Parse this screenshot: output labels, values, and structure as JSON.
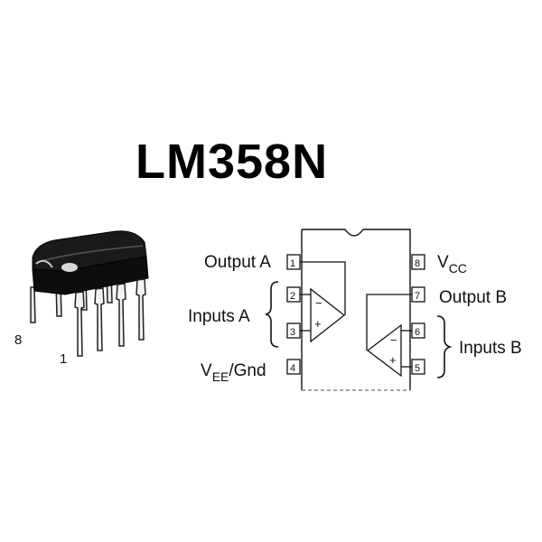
{
  "title": "LM358N",
  "chip_photo": {
    "pin_mark_8": "8",
    "pin_mark_1": "1"
  },
  "diagram": {
    "pins": [
      {
        "num": "1",
        "label": "Output A"
      },
      {
        "num": "2",
        "label": "Inputs A"
      },
      {
        "num": "3",
        "label": ""
      },
      {
        "num": "4",
        "label_main": "V",
        "label_sub": "EE",
        "label_tail": "/Gnd"
      },
      {
        "num": "5",
        "label": "Inputs B"
      },
      {
        "num": "6",
        "label": ""
      },
      {
        "num": "7",
        "label": "Output B"
      },
      {
        "num": "8",
        "label_main": "V",
        "label_sub": "CC"
      }
    ],
    "opamp_signs": {
      "minus": "−",
      "plus": "+"
    }
  },
  "colors": {
    "ink": "#111111",
    "chip_body": "#151515",
    "background": "#ffffff"
  }
}
